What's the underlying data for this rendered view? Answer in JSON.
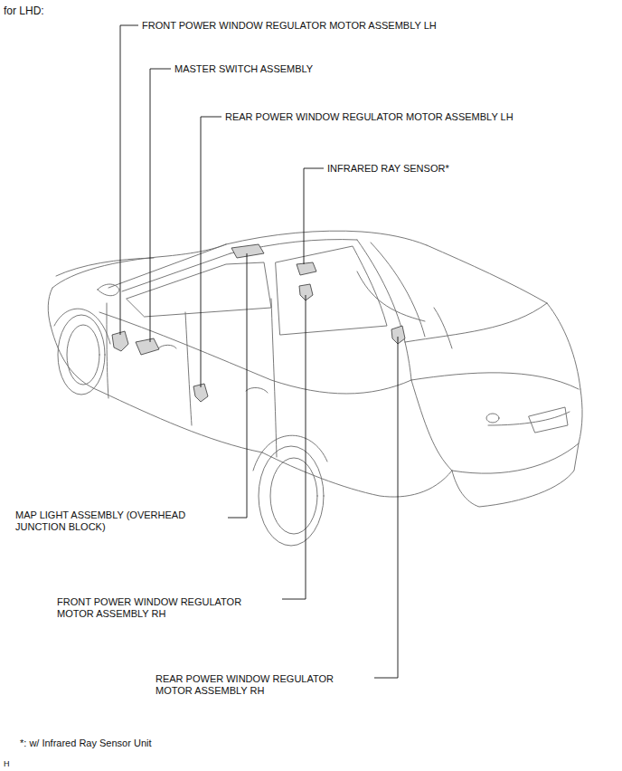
{
  "diagram": {
    "title": "for LHD:",
    "labels": [
      "FRONT POWER WINDOW REGULATOR MOTOR ASSEMBLY LH",
      "MASTER SWITCH ASSEMBLY",
      "REAR POWER WINDOW REGULATOR MOTOR ASSEMBLY LH",
      "INFRARED RAY SENSOR*",
      "MAP LIGHT ASSEMBLY (OVERHEAD JUNCTION BLOCK)",
      "FRONT POWER WINDOW REGULATOR MOTOR ASSEMBLY RH",
      "REAR POWER WINDOW REGULATOR MOTOR ASSEMBLY RH",
      "*: w/ Infrared Ray Sensor Unit",
      "H"
    ]
  }
}
